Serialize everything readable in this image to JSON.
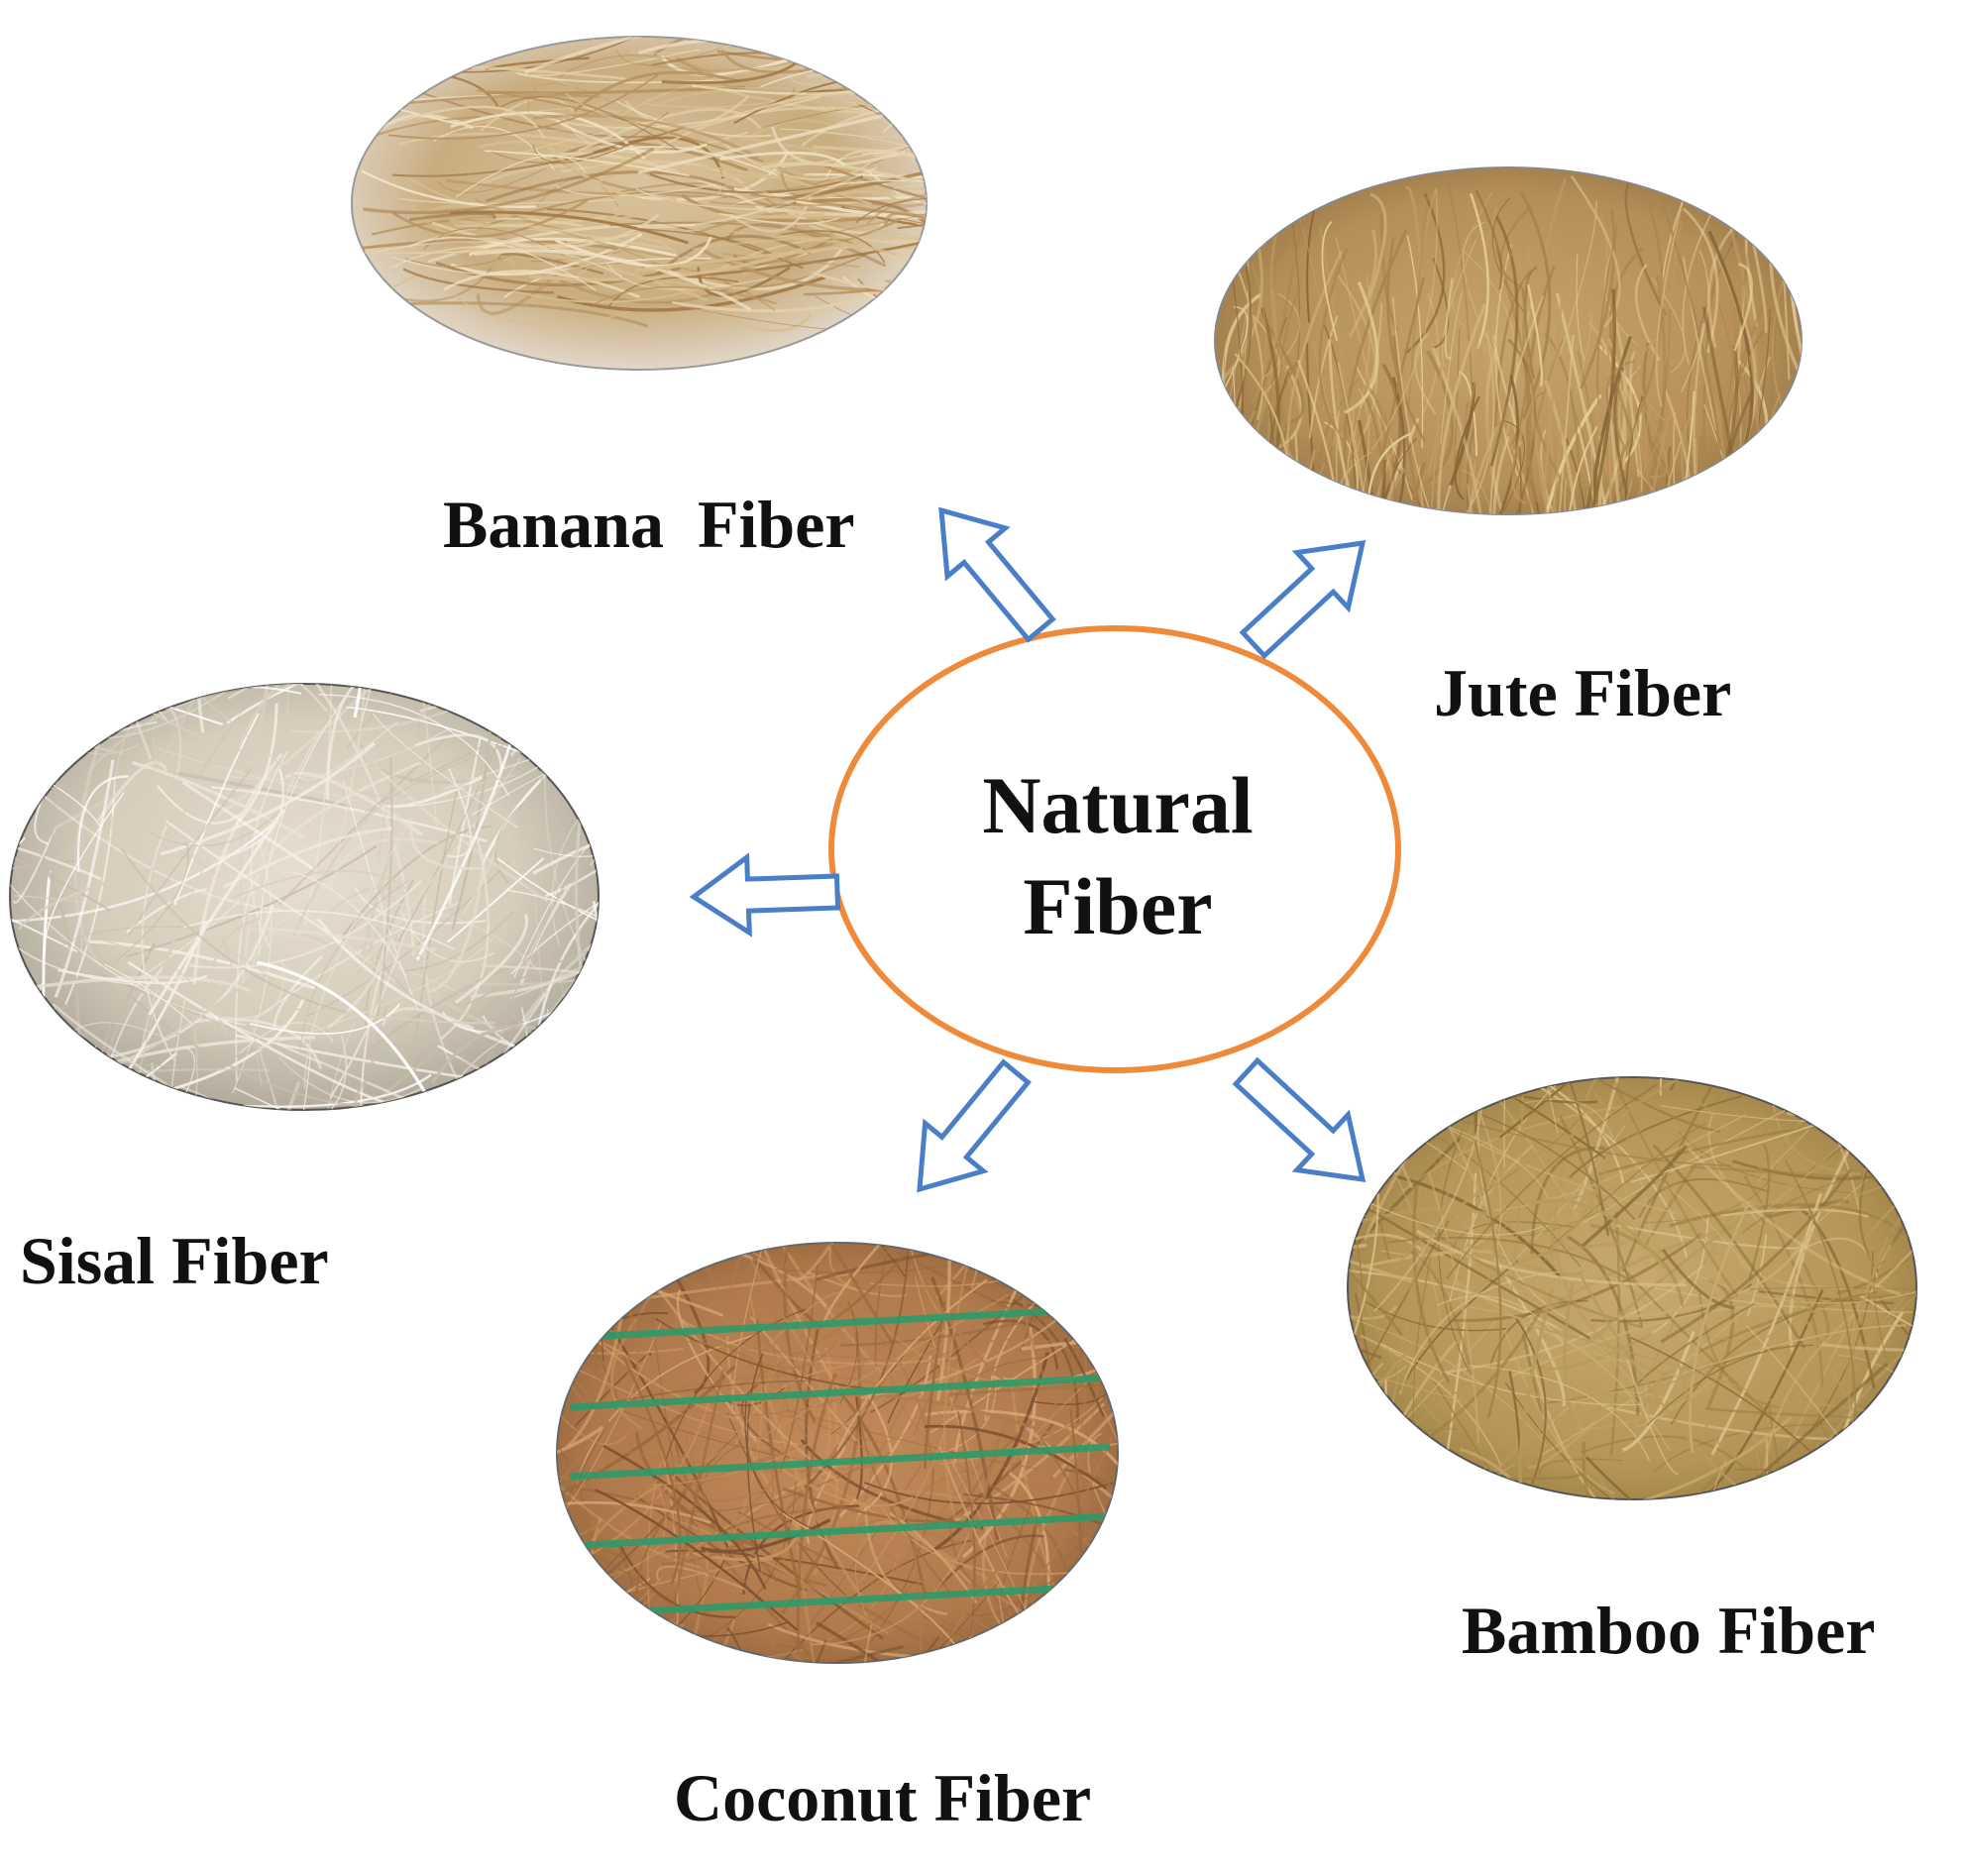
{
  "center": {
    "label_lines": [
      "Natural",
      "Fiber"
    ],
    "ring_color": "#ee8a3a"
  },
  "arrow_color": "#4a7ec6",
  "nodes": [
    {
      "id": "banana",
      "label": "Banana  Fiber",
      "texture": "banana"
    },
    {
      "id": "jute",
      "label": "Jute Fiber",
      "texture": "jute"
    },
    {
      "id": "sisal",
      "label": "Sisal Fiber",
      "texture": "sisal"
    },
    {
      "id": "coconut",
      "label": "Coconut Fiber",
      "texture": "coconut"
    },
    {
      "id": "bamboo",
      "label": "Bamboo Fiber",
      "texture": "bamboo"
    }
  ]
}
